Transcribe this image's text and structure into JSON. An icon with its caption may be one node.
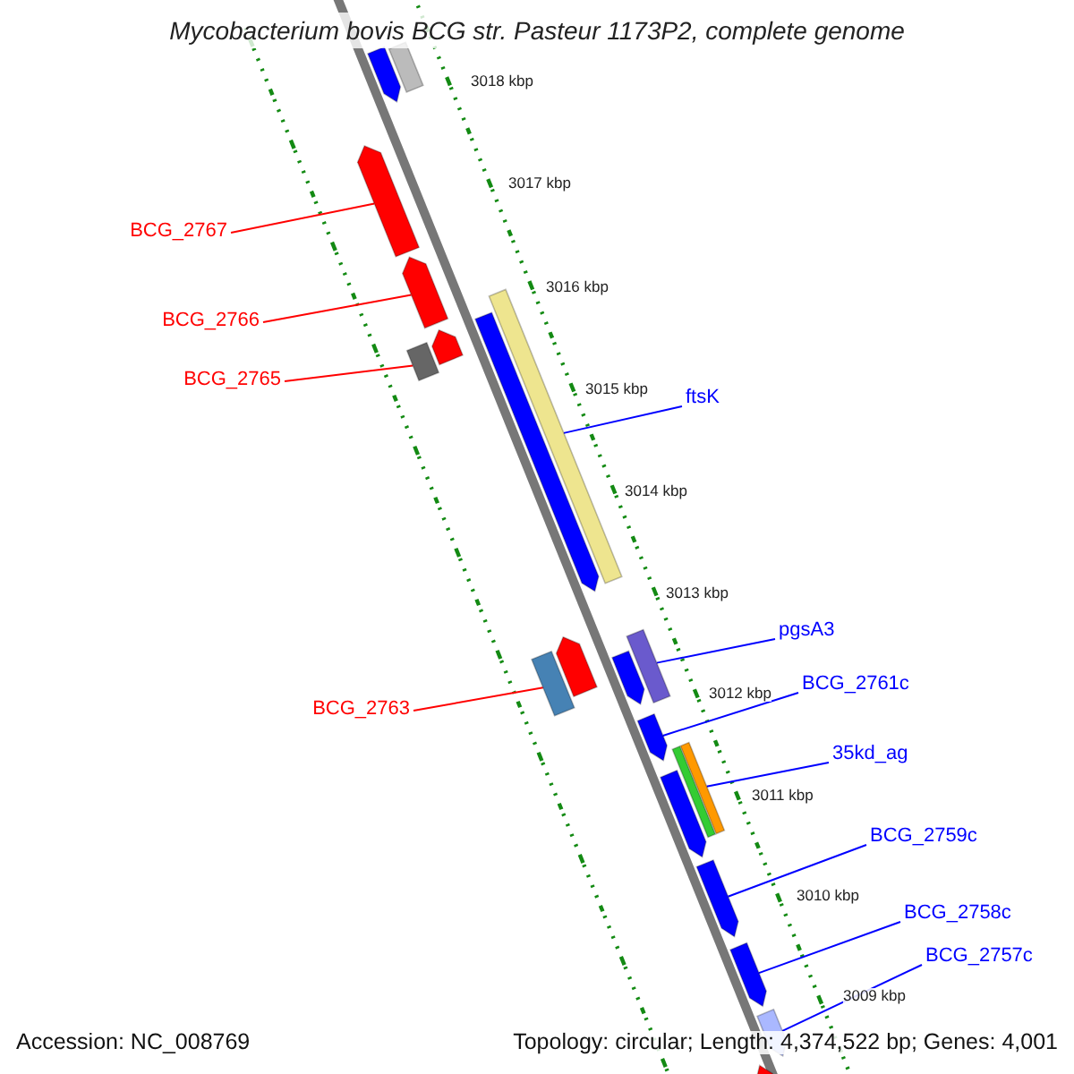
{
  "diagram": {
    "title": "Mycobacterium bovis BCG str. Pasteur 1173P2, complete genome",
    "nodes": [
      {
        "text": [
          "BCG_2767"
        ]
      },
      {
        "text": [
          "BCG_2766"
        ]
      },
      {
        "text": [
          "BCG_2765"
        ]
      },
      {
        "text": [
          "ftsK"
        ]
      },
      {
        "text": [
          "pgsA3"
        ]
      },
      {
        "text": [
          "BCG_2761c"
        ]
      },
      {
        "text": [
          "BCG_2763"
        ]
      },
      {
        "text": [
          "35kd_ag"
        ]
      },
      {
        "text": [
          "BCG_2759c"
        ]
      },
      {
        "text": [
          "BCG_2758c"
        ]
      },
      {
        "text": [
          "BCG_2757c"
        ]
      },
      {
        "text": [],
        "shape": "pentagon"
      },
      {
        "text": [],
        "shape": "pentagon"
      },
      {
        "text": [],
        "shape": "bar"
      },
      {
        "text": [],
        "shape": "bar"
      },
      {
        "text": [],
        "shape": "bar"
      },
      {
        "text": [],
        "shape": "pentagon"
      },
      {
        "text": [],
        "shape": "bar"
      },
      {
        "text": [],
        "shape": "bar"
      },
      {
        "text": [],
        "shape": "pentagon"
      },
      {
        "text": [],
        "shape": "pentagon"
      },
      {
        "text": [],
        "shape": "pentagon"
      },
      {
        "text": [],
        "shape": "pentagon"
      },
      {
        "text": [],
        "shape": "bar"
      },
      {
        "text": [],
        "shape": "pentagon"
      },
      {
        "text": [],
        "shape": "pentagon"
      },
      {
        "text": [],
        "shape": "pentagon"
      },
      {
        "text": [],
        "shape": "pentagon"
      },
      {
        "text": [],
        "shape": "pentagon"
      },
      {
        "text": [],
        "shape": "bar"
      },
      {
        "text": [],
        "shape": "pentagon"
      }
    ],
    "edges": [
      {
        "from": 0,
        "to": 11,
        "arrow": "none",
        "color": "#ff0000"
      },
      {
        "from": 1,
        "to": 12,
        "arrow": "none",
        "color": "#ff0000"
      },
      {
        "from": 2,
        "to": 13,
        "arrow": "none",
        "color": "#ff0000"
      },
      {
        "from": 3,
        "to": 14,
        "arrow": "none"
      },
      {
        "from": 4,
        "to": 15,
        "arrow": "none"
      },
      {
        "from": 5,
        "to": 16,
        "arrow": "none"
      },
      {
        "from": 6,
        "to": 17,
        "arrow": "none",
        "color": "#ff0000"
      },
      {
        "from": 7,
        "to": 18,
        "arrow": "none"
      },
      {
        "from": 8,
        "to": 19,
        "arrow": "none"
      },
      {
        "from": 9,
        "to": 20,
        "arrow": "none"
      },
      {
        "from": 10,
        "to": 21,
        "arrow": "none"
      }
    ],
    "labels": [
      "3018 kbp",
      "3017 kbp",
      "3016 kbp",
      "3015 kbp",
      "3014 kbp",
      "3013 kbp",
      "3012 kbp",
      "3011 kbp",
      "3010 kbp",
      "3009 kbp",
      "Accession: NC_008769",
      "Topology: circular; Length: 4,374,522 bp; Genes: 4,001"
    ]
  }
}
